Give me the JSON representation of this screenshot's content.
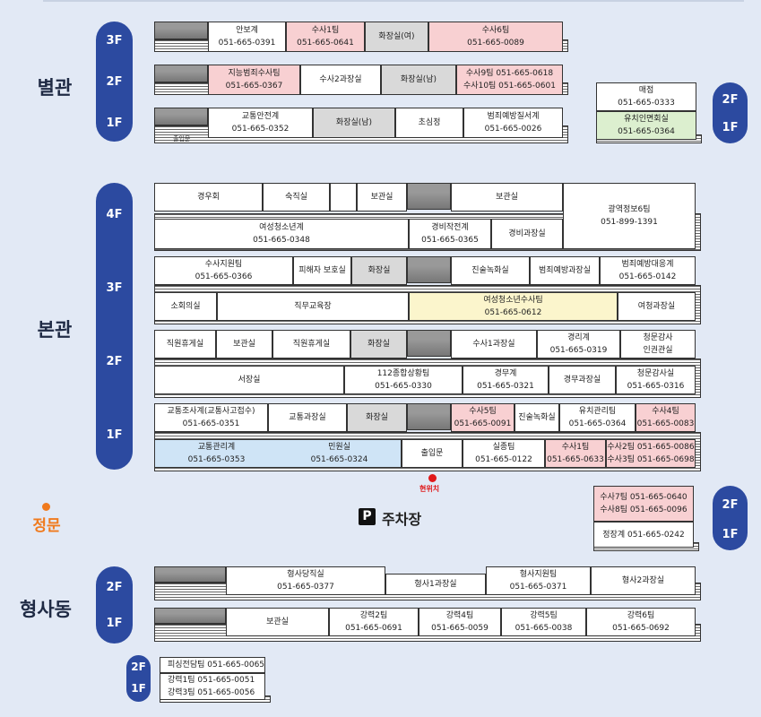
{
  "buildings": {
    "annex": "별관",
    "main": "본관",
    "criminal": "형사동",
    "gate": "정문"
  },
  "floors": {
    "f1": "1F",
    "f2": "2F",
    "f3": "3F",
    "f4": "4F"
  },
  "labels": {
    "entrance": "출입문",
    "annex_entrance": "출입문",
    "current": "현위치",
    "parking": "주차장",
    "parking_mark": "P"
  },
  "annex": {
    "f3": [
      [
        "안보계",
        "051-665-0391"
      ],
      [
        "수사1팀",
        "051-665-0641"
      ],
      [
        "화장실(여)"
      ],
      [
        "수사6팀",
        "051-665-0089"
      ]
    ],
    "f2": [
      [
        "지능범죄수사팀",
        "051-665-0367"
      ],
      [
        "수사2과장실"
      ],
      [
        "화장실(남)"
      ],
      [
        "수사9팀 051-665-0618",
        "수사10팀 051-665-0601"
      ]
    ],
    "f1": [
      [
        "교통안전계",
        "051-665-0352"
      ],
      [
        "화장실(남)"
      ],
      [
        "초심정"
      ],
      [
        "범죄예방질서계",
        "051-665-0026"
      ]
    ],
    "right": [
      [
        "매점",
        "051-665-0333"
      ],
      [
        "유치인면회실",
        "051-665-0364"
      ]
    ]
  },
  "main": {
    "f4": [
      [
        "경우회"
      ],
      [
        "숙직실"
      ],
      [
        ""
      ],
      [
        "보관실"
      ],
      [
        "보관실"
      ],
      [
        "광역정보6팀",
        "051-899-1391"
      ],
      [
        "여성청소년계",
        "051-665-0348"
      ],
      [
        "경비작전계",
        "051-665-0365"
      ],
      [
        "경비과장실"
      ]
    ],
    "f3": [
      [
        "수사지원팀",
        "051-665-0366"
      ],
      [
        "피해자 보호실"
      ],
      [
        "화장실"
      ],
      [
        "진술녹화실"
      ],
      [
        "범죄예방과장실"
      ],
      [
        "범죄예방대응계",
        "051-665-0142"
      ],
      [
        "소회의실"
      ],
      [
        "직무교육장"
      ],
      [
        "여성청소년수사팀",
        "051-665-0612"
      ],
      [
        "여청과장실"
      ]
    ],
    "f2": [
      [
        "직원휴게실"
      ],
      [
        "보관실"
      ],
      [
        "직원휴게실"
      ],
      [
        "화장실"
      ],
      [
        "수사1과장실"
      ],
      [
        "경리계",
        "051-665-0319"
      ],
      [
        "청문감사",
        "인권관실"
      ],
      [
        "서장실"
      ],
      [
        "112종합상황팀",
        "051-665-0330"
      ],
      [
        "경무계",
        "051-665-0321"
      ],
      [
        "경무과장실"
      ],
      [
        "청문감사실",
        "051-665-0316"
      ]
    ],
    "f1": [
      [
        "교통조사계(교통사고접수)",
        "051-665-0351"
      ],
      [
        "교통과장실"
      ],
      [
        "화장실"
      ],
      [
        "수사5팀",
        "051-665-0091"
      ],
      [
        "진술녹화실"
      ],
      [
        "유치관리팀",
        "051-665-0364"
      ],
      [
        "수사4팀",
        "051-665-0083"
      ],
      [
        "교통관리계",
        "051-665-0353"
      ],
      [
        "민원실",
        "051-665-0324"
      ],
      [
        "출입문"
      ],
      [
        "실종팀",
        "051-665-0122"
      ],
      [
        "수사1팀",
        "051-665-0633"
      ],
      [
        "수사2팀 051-665-0086",
        "수사3팀 051-665-0698"
      ]
    ]
  },
  "east": [
    [
      "수사7팀 051-665-0640",
      "수사8팀 051-665-0096"
    ],
    [
      "정장계 051-665-0242"
    ]
  ],
  "criminal": {
    "f2": [
      [
        "형사당직실",
        "051-665-0377"
      ],
      [
        "형사1과장실"
      ],
      [
        "형사지원팀",
        "051-665-0371"
      ],
      [
        "형사2과장실"
      ]
    ],
    "f1": [
      [
        "보관실"
      ],
      [
        "강력2팀",
        "051-665-0691"
      ],
      [
        "강력4팀",
        "051-665-0059"
      ],
      [
        "강력5팀",
        "051-665-0038"
      ],
      [
        "강력6팀",
        "051-665-0692"
      ]
    ],
    "extra": [
      [
        "피싱전담팀 051-665-0065"
      ],
      [
        "강력1팀 051-665-0051",
        "강력3팀 051-665-0056"
      ]
    ]
  },
  "colors": {
    "navy": "#2c4aa0",
    "pink": "#f8d0d2",
    "gray": "#d9d9d9",
    "yellow": "#fbf5cc",
    "blue": "#cfe4f6",
    "green": "#dcefcf",
    "red": "#e0191a",
    "orange": "#f07a1d"
  }
}
